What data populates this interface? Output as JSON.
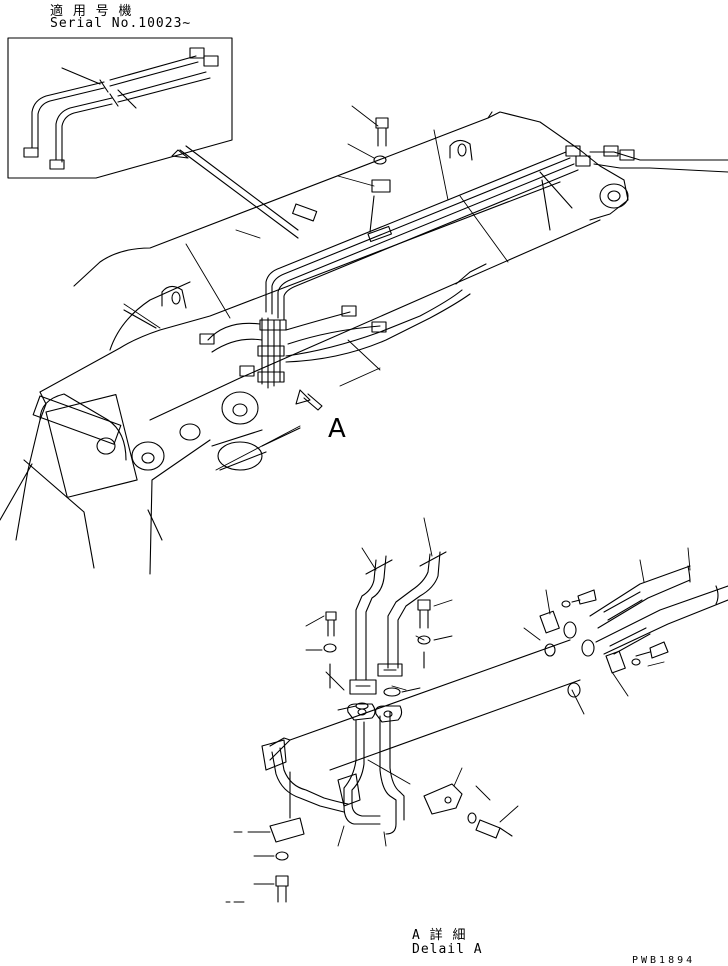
{
  "header": {
    "applicability_jp": "適 用 号 機",
    "serial": "Serial No.10023∼"
  },
  "view_label": "A",
  "detail": {
    "title_jp": "A 詳 細",
    "title_en": "Delail A"
  },
  "drawing_code": "PWB1894",
  "colors": {
    "line": "#000000",
    "paper": "#ffffff"
  }
}
